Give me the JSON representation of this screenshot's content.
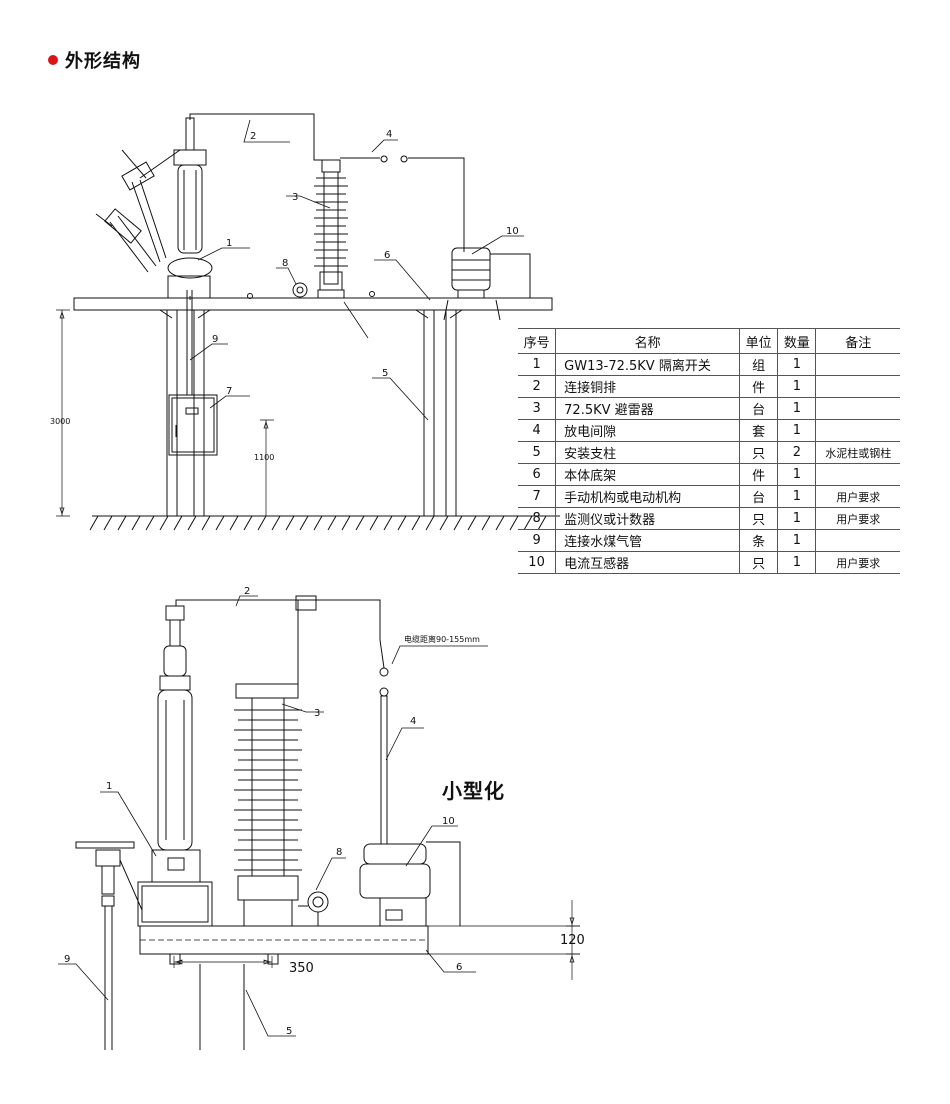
{
  "heading": {
    "text": "外形结构"
  },
  "colors": {
    "accent": "#d8141a",
    "line": "#111111"
  },
  "top_figure": {
    "height_label": "3000",
    "box_height_label": "1100",
    "callouts": [
      "1",
      "2",
      "3",
      "4",
      "5",
      "6",
      "7",
      "8",
      "9",
      "10"
    ]
  },
  "parts_table": {
    "headers": [
      "序号",
      "名称",
      "单位",
      "数量",
      "备注"
    ],
    "rows": [
      [
        "1",
        "GW13-72.5KV 隔离开关",
        "组",
        "1",
        ""
      ],
      [
        "2",
        "连接铜排",
        "件",
        "1",
        ""
      ],
      [
        "3",
        "72.5KV 避雷器",
        "台",
        "1",
        ""
      ],
      [
        "4",
        "放电间隙",
        "套",
        "1",
        ""
      ],
      [
        "5",
        "安装支柱",
        "只",
        "2",
        "水泥柱或钢柱"
      ],
      [
        "6",
        "本体底架",
        "件",
        "1",
        ""
      ],
      [
        "7",
        "手动机构或电动机构",
        "台",
        "1",
        "用户要求"
      ],
      [
        "8",
        "监测仪或计数器",
        "只",
        "1",
        "用户要求"
      ],
      [
        "9",
        "连接水煤气管",
        "条",
        "1",
        ""
      ],
      [
        "10",
        "电流互感器",
        "只",
        "1",
        "用户要求"
      ]
    ]
  },
  "bottom_figure": {
    "title": "小型化",
    "cable_note": "电缆距离90-155mm",
    "dim_width": "350",
    "dim_height": "120",
    "callouts": [
      "1",
      "2",
      "3",
      "4",
      "5",
      "6",
      "8",
      "9",
      "10"
    ]
  }
}
